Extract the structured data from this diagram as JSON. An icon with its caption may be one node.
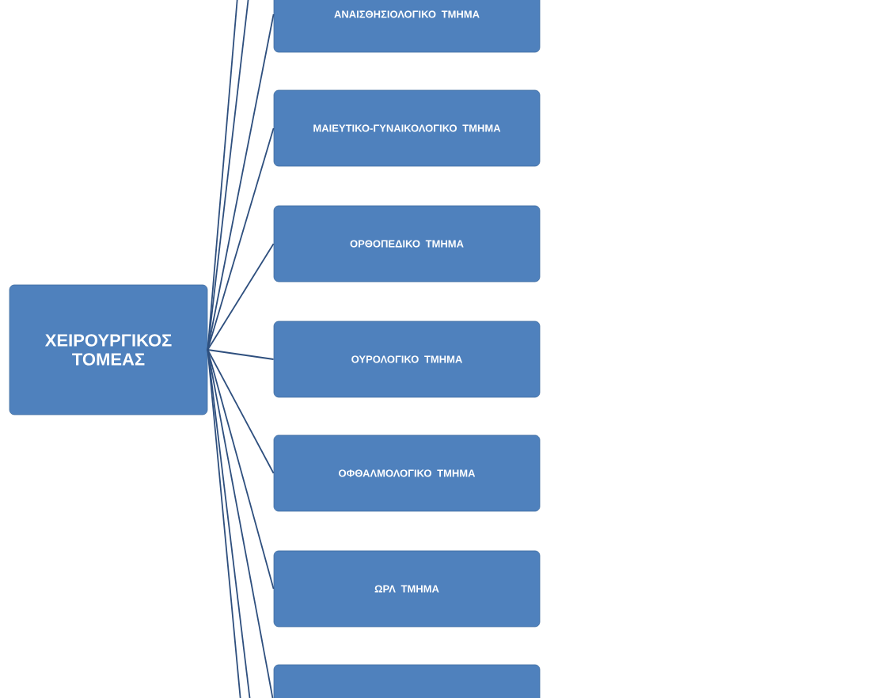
{
  "diagram": {
    "nodes": [
      {
        "text": [
          "ΧΕΙΡΟΥΡΓΙΚΟΣ ΤΟΜΕΑΣ"
        ]
      },
      {
        "text": [
          "ΑΝΑΙΣΘΗΣΙΟΛΟΓΙΚΟ ΤΜΗΜΑ"
        ]
      },
      {
        "text": [
          "ΜΑΙΕΥΤΙΚΟ-ΓΥΝΑΙΚΟΛΟΓΙΚΟ ΤΜΗΜΑ"
        ]
      },
      {
        "text": [
          "ΟΡΘΟΠΕΔΙΚΟ ΤΜΗΜΑ"
        ]
      },
      {
        "text": [
          "ΟΥΡΟΛΟΓΙΚΟ ΤΜΗΜΑ"
        ]
      },
      {
        "text": [
          "ΟΦΘΑΛΜΟΛΟΓΙΚΟ ΤΜΗΜΑ"
        ]
      },
      {
        "text": [
          "ΩΡΛ ΤΜΗΜΑ"
        ]
      },
      {
        "text": [],
        "shape": "box"
      }
    ],
    "edges": [
      {
        "from": 0,
        "to": null,
        "arrow": "none"
      },
      {
        "from": 0,
        "to": null,
        "arrow": "none"
      },
      {
        "from": 0,
        "to": 1,
        "arrow": "none"
      },
      {
        "from": 0,
        "to": 2,
        "arrow": "none"
      },
      {
        "from": 0,
        "to": 3,
        "arrow": "none"
      },
      {
        "from": 0,
        "to": 4,
        "arrow": "none"
      },
      {
        "from": 0,
        "to": 5,
        "arrow": "none"
      },
      {
        "from": 0,
        "to": 6,
        "arrow": "none"
      },
      {
        "from": 0,
        "to": 7,
        "arrow": "none"
      },
      {
        "from": 0,
        "to": null,
        "arrow": "none"
      },
      {
        "from": 0,
        "to": null,
        "arrow": "none"
      }
    ]
  }
}
